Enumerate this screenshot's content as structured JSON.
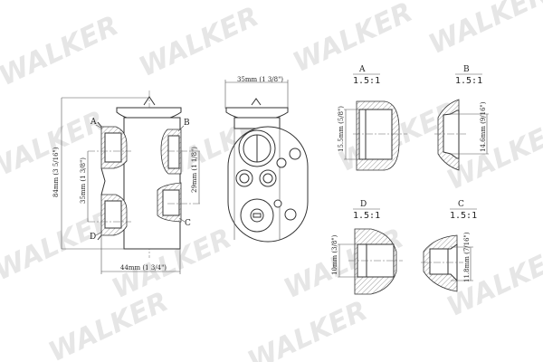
{
  "watermark": "WALKER",
  "front_view": {
    "labels": {
      "a": "A",
      "b": "B",
      "c": "C",
      "d": "D"
    },
    "dim_height": "84mm (3 5/16\")",
    "dim_port_spacing_left": "35mm (1 3/8\")",
    "dim_port_spacing_right": "29mm (1 1/8\")",
    "dim_width": "44mm (1 3/4\")"
  },
  "side_view": {
    "dim_width": "35mm (1 3/8\")"
  },
  "details": [
    {
      "label": "A",
      "scale": "1.5:1",
      "dim": "15.5mm (5/8\")"
    },
    {
      "label": "B",
      "scale": "1.5:1",
      "dim": "14.6mm (9/16\")"
    },
    {
      "label": "D",
      "scale": "1.5:1",
      "dim": "10mm (3/8\")"
    },
    {
      "label": "C",
      "scale": "1.5:1",
      "dim": "11.8mm (7/16\")"
    }
  ]
}
